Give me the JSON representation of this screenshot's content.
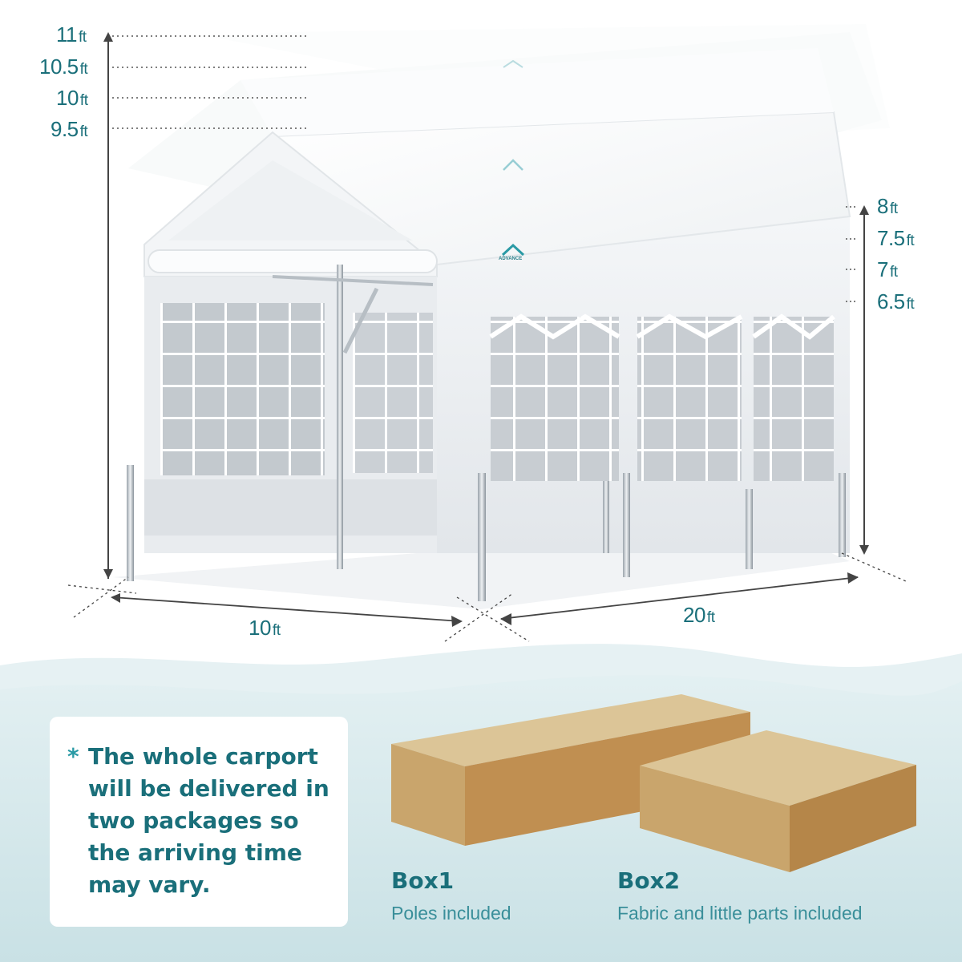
{
  "height_markers": [
    {
      "value": "11",
      "unit": "ft"
    },
    {
      "value": "10.5",
      "unit": "ft"
    },
    {
      "value": "10",
      "unit": "ft"
    },
    {
      "value": "9.5",
      "unit": "ft"
    }
  ],
  "side_markers": [
    {
      "value": "8",
      "unit": "ft"
    },
    {
      "value": "7.5",
      "unit": "ft"
    },
    {
      "value": "7",
      "unit": "ft"
    },
    {
      "value": "6.5",
      "unit": "ft"
    }
  ],
  "width_dimension": {
    "value": "10",
    "unit": "ft"
  },
  "length_dimension": {
    "value": "20",
    "unit": "ft"
  },
  "brand_logo": {
    "text": "ADVANCE"
  },
  "note": {
    "bullet": "*",
    "text": "The whole carport will be delivered in two packages so the arriving time may vary."
  },
  "boxes": [
    {
      "title": "Box1",
      "description": "Poles included"
    },
    {
      "title": "Box2",
      "description": "Fabric and little parts included"
    }
  ],
  "colors": {
    "accent": "#1a6f7a",
    "background_wave": "#d4e7ea",
    "box_top": "#dcc597",
    "box_front": "#c79d5e",
    "box_side": "#b58649"
  }
}
